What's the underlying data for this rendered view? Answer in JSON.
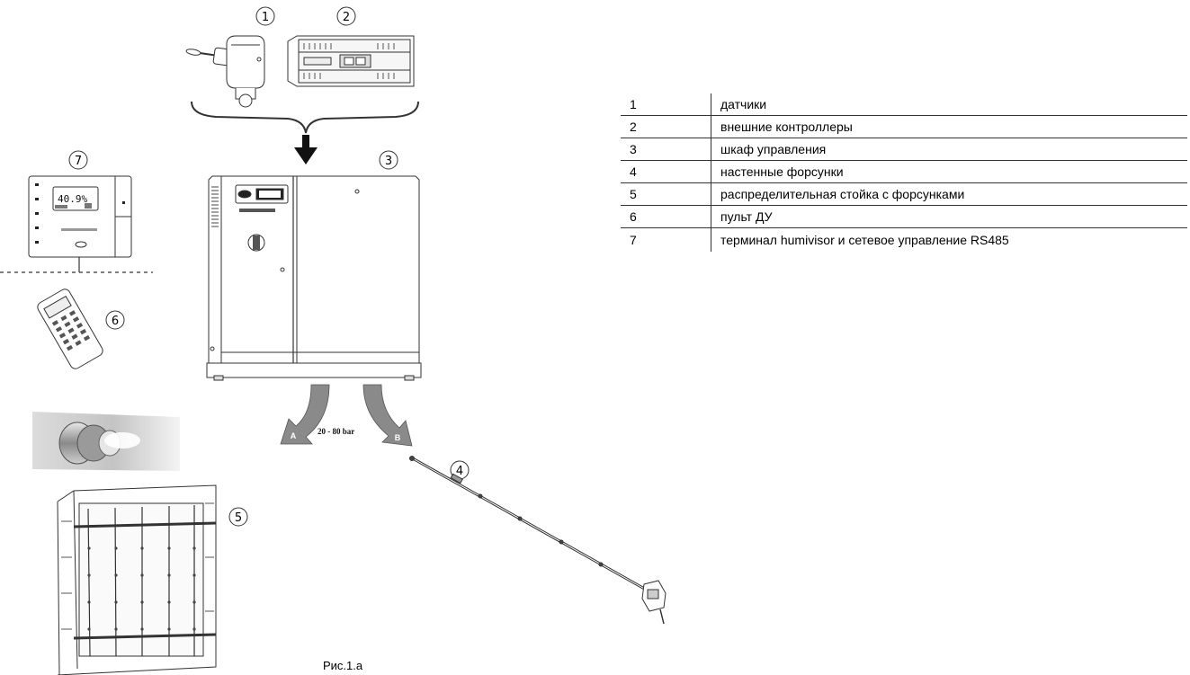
{
  "diagram": {
    "callouts": [
      "1",
      "2",
      "3",
      "4",
      "5",
      "6",
      "7"
    ],
    "pressure_label": "20 - 80 bar",
    "arrow_a": "A",
    "arrow_b": "B",
    "display_reading": "40.9%"
  },
  "legend": {
    "rows": [
      {
        "num": "1",
        "text": "датчики"
      },
      {
        "num": "2",
        "text": "внешние контроллеры"
      },
      {
        "num": "3",
        "text": "шкаф управления"
      },
      {
        "num": "4",
        "text": "настенные форсунки"
      },
      {
        "num": "5",
        "text": "распределительная стойка с форсунками"
      },
      {
        "num": "6",
        "text": "пульт ДУ"
      },
      {
        "num": "7",
        "text": "терминал humivisor и сетевое управление RS485"
      }
    ]
  },
  "caption": "Рис.1.a"
}
